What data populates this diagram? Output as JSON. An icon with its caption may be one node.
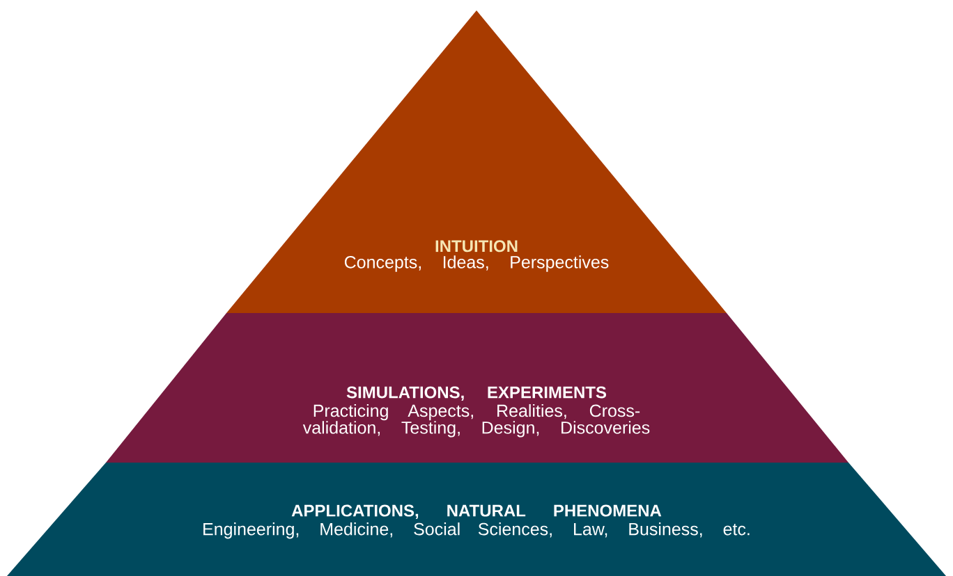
{
  "diagram": {
    "nodes": [
      {
        "text": [
          "INTUITION",
          "Concepts, Ideas, Perspectives"
        ]
      },
      {
        "text": [
          "SIMULATIONS, EXPERIMENTS",
          "Practicing Aspects, Realities, Cross-validation, Testing, Design, Discoveries"
        ]
      },
      {
        "text": [
          "APPLICATIONS, NATURAL PHENOMENA",
          "Engineering, Medicine, Social Sciences, Law, Business, etc."
        ]
      }
    ]
  }
}
